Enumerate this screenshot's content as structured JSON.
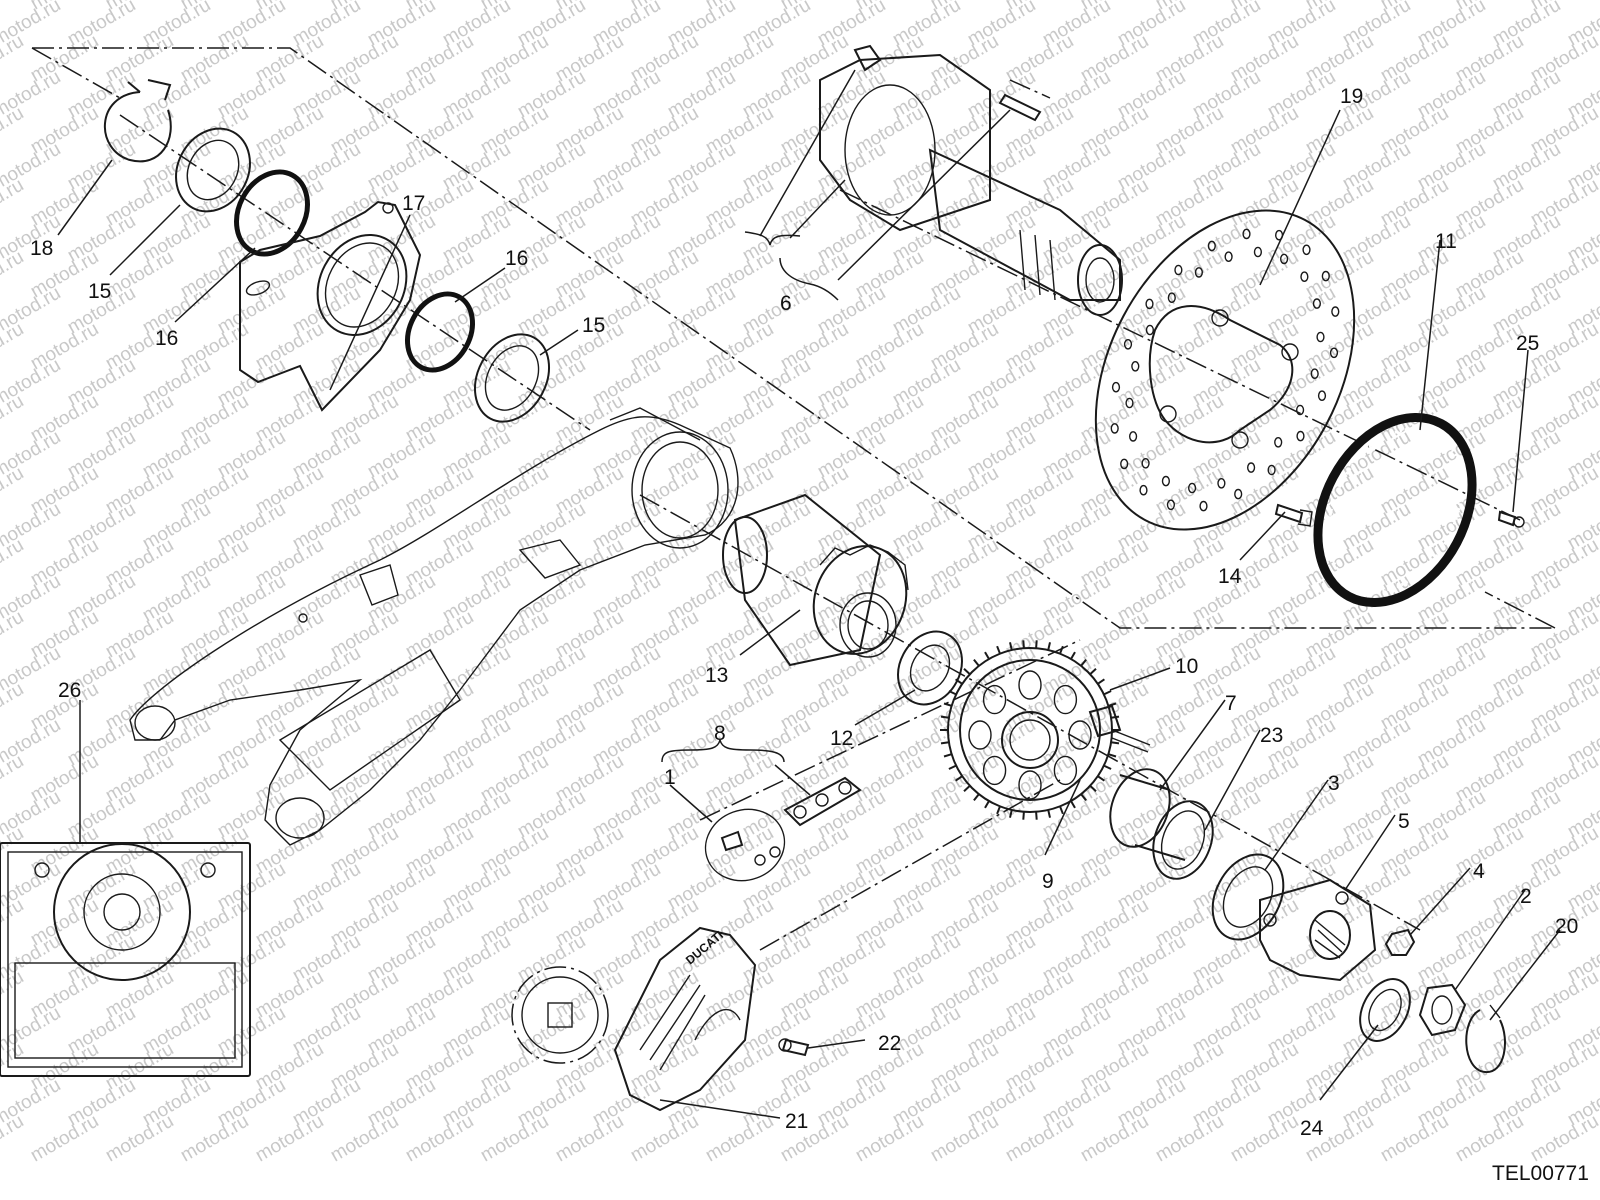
{
  "watermark": "motod.ru",
  "reference_code": "TEL00771",
  "callouts": {
    "c1": "1",
    "c2": "2",
    "c3": "3",
    "c4": "4",
    "c5": "5",
    "c6": "6",
    "c7": "7",
    "c8": "8",
    "c9": "9",
    "c10": "10",
    "c11": "11",
    "c12": "12",
    "c13": "13",
    "c14": "14",
    "c15a": "15",
    "c15b": "15",
    "c16a": "16",
    "c16b": "16",
    "c17": "17",
    "c18": "18",
    "c19": "19",
    "c20": "20",
    "c21": "21",
    "c22": "22",
    "c23": "23",
    "c24": "24",
    "c25": "25",
    "c26": "26"
  },
  "cover_logo": "DUCATI",
  "colors": {
    "ink": "#1a1a1a",
    "watermark": "#c8c8c8",
    "background": "#ffffff"
  }
}
